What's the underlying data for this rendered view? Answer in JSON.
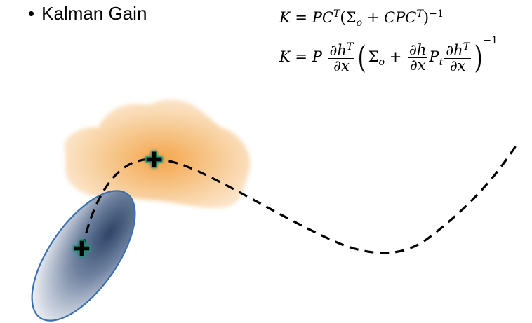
{
  "header": {
    "bullet": "•",
    "title": "Kalman Gain"
  },
  "equations": {
    "eq1": {
      "lhs": "K",
      "eq": "=",
      "p": "P",
      "ct": "C",
      "t1": "T",
      "lp": "(",
      "sigma": "Σ",
      "o": "o",
      "plus": "+",
      "cpc": "CPC",
      "t2": "T",
      "rp": ")",
      "inv": "−1"
    },
    "eq2": {
      "lhs": "K",
      "eq": "=",
      "p": "P",
      "dhT": "∂h",
      "t": "T",
      "dx": "∂x",
      "sigma": "Σ",
      "o": "o",
      "plus": "+",
      "dh": "∂h",
      "dx2": "∂x",
      "pt": "P",
      "tsub": "t",
      "dhT2": "∂h",
      "t2": "T",
      "dx3": "∂x",
      "inv": "−1"
    }
  },
  "diagram": {
    "prior_color": "#f4a44a",
    "posterior_color": "#2e4468",
    "ellipse_border": "#3a6fb0",
    "marker_color": "#000000",
    "marker_glow": "#1fa085",
    "trajectory_style": "dashed"
  }
}
